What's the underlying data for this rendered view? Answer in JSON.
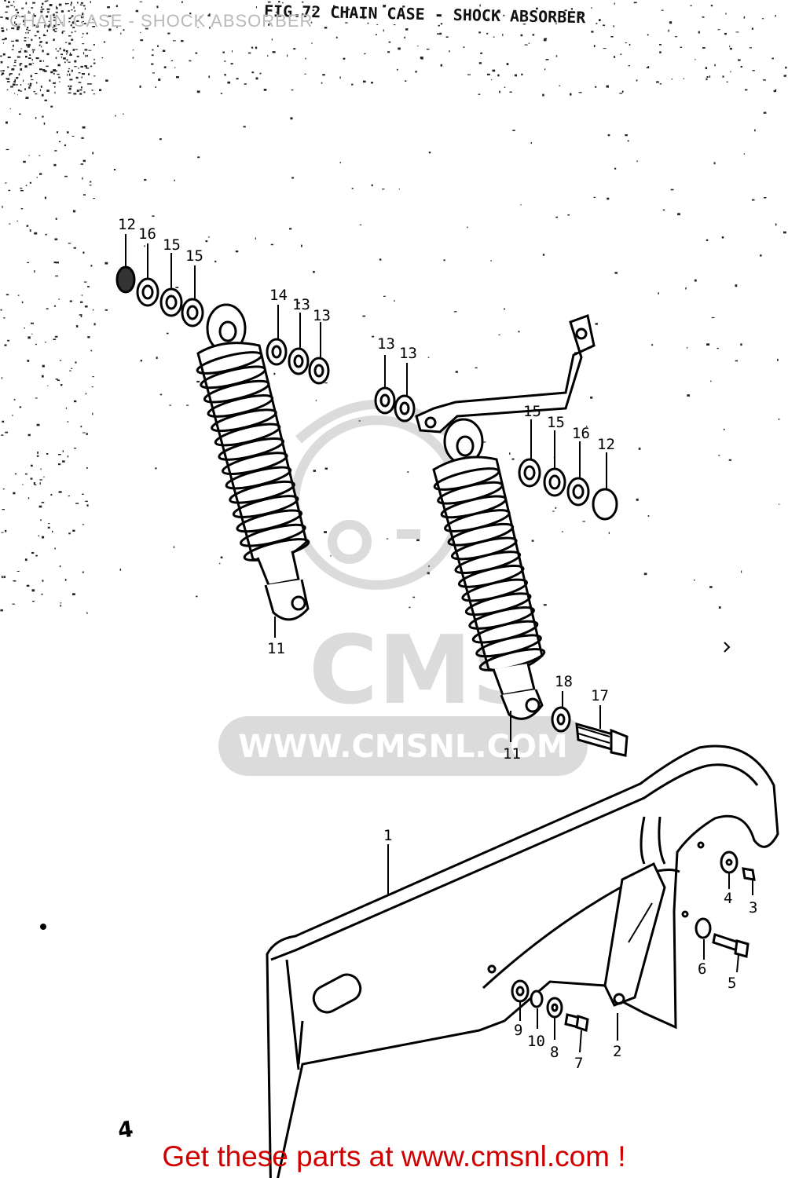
{
  "overlay_title": "CHAIN CASE - SHOCK ABSORBER",
  "figure_title": "FIG.72  CHAIN CASE - SHOCK ABSORBER",
  "watermark": {
    "logo_text": "CMS",
    "url_text": "WWW.CMSNL.COM"
  },
  "callouts": {
    "c1": "1",
    "c2": "2",
    "c3": "3",
    "c4": "4",
    "c5": "5",
    "c6": "6",
    "c7": "7",
    "c8": "8",
    "c9": "9",
    "c10": "10",
    "c11a": "11",
    "c11b": "11",
    "c12a": "12",
    "c12b": "12",
    "c13a": "13",
    "c13b": "13",
    "c13c": "13",
    "c13d": "13",
    "c14": "14",
    "c15a": "15",
    "c15b": "15",
    "c15c": "15",
    "c15d": "15",
    "c16a": "16",
    "c16b": "16",
    "c17": "17",
    "c18": "18"
  },
  "page_number": "4",
  "banner": "Get these parts at www.cmsnl.com !",
  "colors": {
    "ink": "#000000",
    "watermark": "#c8c8c8",
    "banner": "#d10000"
  }
}
